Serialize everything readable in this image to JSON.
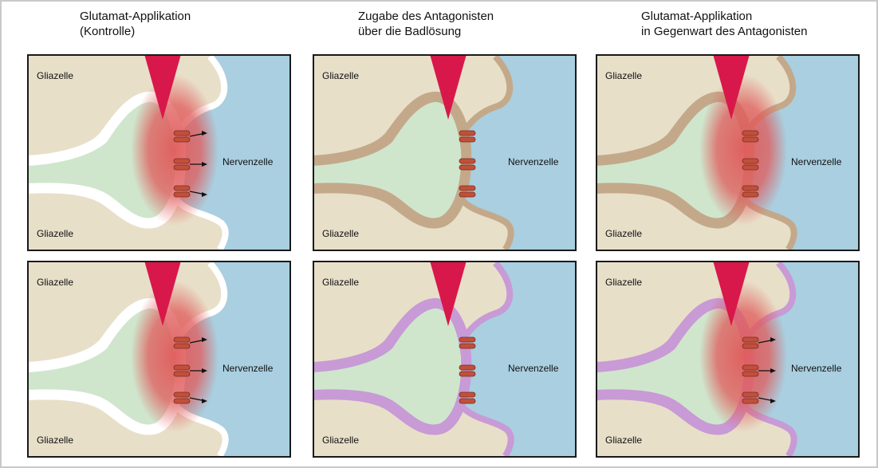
{
  "columns": [
    {
      "title": "Glutamat-Applikation\n(Kontrolle)"
    },
    {
      "title": "Zugabe des Antagonisten\nüber die Badlösung"
    },
    {
      "title": "Glutamat-Applikation\nin Gegenwart des Antagonisten"
    }
  ],
  "labels": {
    "glia": "Gliazelle",
    "nerve": "Nervenzelle"
  },
  "colors": {
    "glia_bg": "#e8dfc9",
    "presynaptic": "#cfe6cd",
    "neuron": "#a9cfe0",
    "pipette": "#d8184a",
    "receptor": "#c0503a",
    "glutamate_cloud": "#e05a5a",
    "membrane_control": "#ffffff",
    "membrane_antagonist": "#c3a98a",
    "membrane_purple": "#c89ad6",
    "frame": "#1a1a1a"
  },
  "panels": [
    {
      "row": 0,
      "col": 0,
      "membrane": "white",
      "glutamate": true,
      "antagonist": false,
      "arrows": true
    },
    {
      "row": 0,
      "col": 1,
      "membrane": "tan",
      "glutamate": false,
      "antagonist": true,
      "arrows": false
    },
    {
      "row": 0,
      "col": 2,
      "membrane": "tan",
      "glutamate": true,
      "antagonist": true,
      "arrows": false
    },
    {
      "row": 1,
      "col": 0,
      "membrane": "white",
      "glutamate": true,
      "antagonist": false,
      "arrows": true
    },
    {
      "row": 1,
      "col": 1,
      "membrane": "purple",
      "glutamate": false,
      "antagonist": true,
      "arrows": false
    },
    {
      "row": 1,
      "col": 2,
      "membrane": "purple",
      "glutamate": true,
      "antagonist": true,
      "arrows": true
    }
  ]
}
